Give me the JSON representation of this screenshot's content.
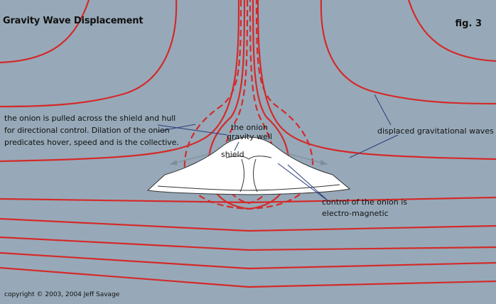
{
  "title": "Gravity Wave Displacement",
  "figure_label": "fig. 3",
  "labels": {
    "onion_description": "the onion is pulled across the shield and hull for directional control. Dilation of the onion predicates hover, speed and is the collective.",
    "gravity_well": "the onion gravity well",
    "shield": "shield",
    "displaced_waves": "displaced gravitational waves",
    "control": "control of the onion is electro-magnetic"
  },
  "copyright": "copyright © 2003, 2004 Jeff Savage",
  "colors": {
    "background": "#97a9b8",
    "field_lines": "#d42a2a",
    "hull": "#ffffff",
    "annotation_lines": "#2a3b78",
    "text": "#111111"
  }
}
